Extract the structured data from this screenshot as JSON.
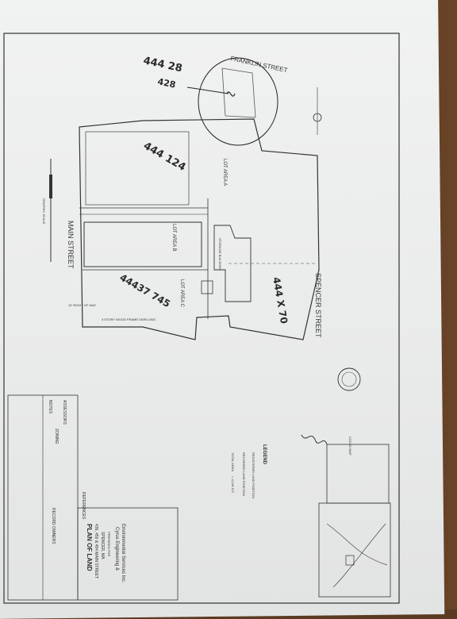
{
  "streets": {
    "franklin": "FRANKLIN STREET",
    "main": "MAIN STREET",
    "spencer": "SPENCER STREET"
  },
  "lots": {
    "lot_a": "LOT AREA A",
    "lot_b": "LOT AREA B",
    "lot_c": "LOT AREA C"
  },
  "buildings": {
    "dwelling": "3 STORY WOOD FRAME DWELLING",
    "storage": "STORAGE BUILDING",
    "row": "12' RIGHT OF WAY"
  },
  "handwritten": {
    "n1": "444 28",
    "n2": "428",
    "n3": "444 124",
    "n4": "44437 745",
    "n5": "444 X 70",
    "signature": "[signature]"
  },
  "legend": {
    "title": "LEGEND",
    "l1": "REGISTERED LAND POSITION",
    "l2": "RECORDED LAND POSITION",
    "total_label": "TOTAL AREA",
    "total_value": "= 4,128 S.F."
  },
  "notes_title": "NOTES",
  "assessors_title": "ASSESSORS",
  "zoning_title": "ZONING",
  "references_title": "REFERENCES",
  "record_owners_title": "RECORD OWNERS",
  "title_block": {
    "title": "PLAN OF LAND",
    "addr": "436, 450 & 454 MAIN STREET",
    "town": "SPENCER, MA",
    "prepared_for": "PREPARED FOR",
    "firm_1": "Cyrus Engineering &",
    "firm_2": "Environmental Services Inc."
  },
  "locus_title": "LOCUS MAP",
  "scale_label": "GRAPHIC SCALE"
}
